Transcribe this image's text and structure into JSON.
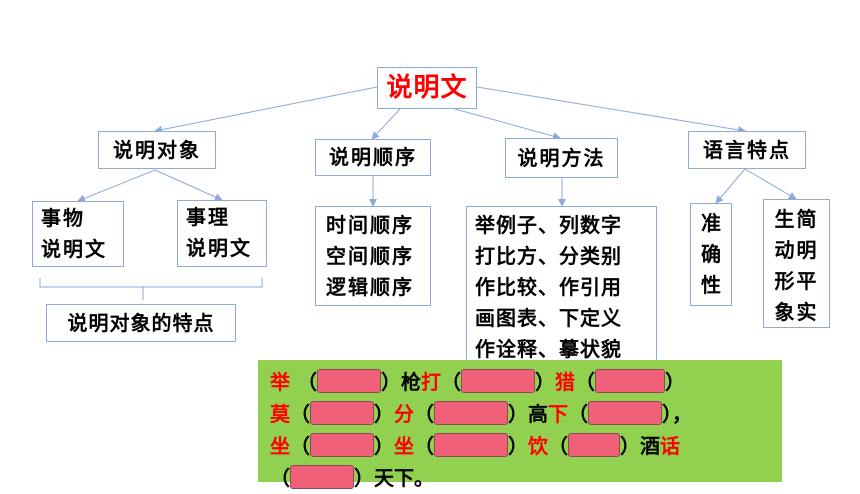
{
  "root": "说明文",
  "categories": {
    "object": "说明对象",
    "order": "说明顺序",
    "method": "说明方法",
    "language": "语言特点"
  },
  "object": {
    "leaf1": [
      "事物",
      "说明文"
    ],
    "leaf2": [
      "事理",
      "说明文"
    ],
    "feature": "说明对象的特点"
  },
  "order": {
    "items": [
      "时间顺序",
      "空间顺序",
      "逻辑顺序"
    ]
  },
  "method": {
    "items": [
      "举例子、列数字",
      "打比方、分类别",
      "作比较、作引用",
      "画图表、下定义",
      "作诠释、摹状貌"
    ]
  },
  "language": {
    "left": [
      "准",
      "确",
      "性"
    ],
    "right": [
      "生简",
      "动明",
      "形平",
      "象实"
    ]
  },
  "overlay": {
    "r1": {
      "c1": "举",
      "p1": "（",
      "p2": "）",
      "t1": "枪",
      "c2": "打",
      "p3": "（",
      "p4": "）",
      "c3": "猎",
      "p5": "（",
      "p6": "）"
    },
    "r2": {
      "c1": "莫",
      "p1": "（",
      "p2": "）",
      "c2": "分",
      "p3": "（",
      "p4": "）",
      "t1": "高",
      "c3": "下",
      "p5": "（",
      "p6": "）",
      "t2": "，"
    },
    "r3": {
      "c1": "坐",
      "p1": "（",
      "p2": "）",
      "c2": "坐",
      "p3": "（",
      "p4": "）",
      "c3": "饮",
      "p5": "（",
      "p6": "）",
      "t1": "酒",
      "c4": "话"
    },
    "r4": {
      "p1": "（",
      "p2": "）",
      "t1": "天下。"
    }
  },
  "colors": {
    "border": "#8eaadb",
    "root_text": "#ff0000",
    "overlay_bg": "#92d050",
    "blank_fill": "#f06078",
    "highlight": "#ff0000"
  }
}
